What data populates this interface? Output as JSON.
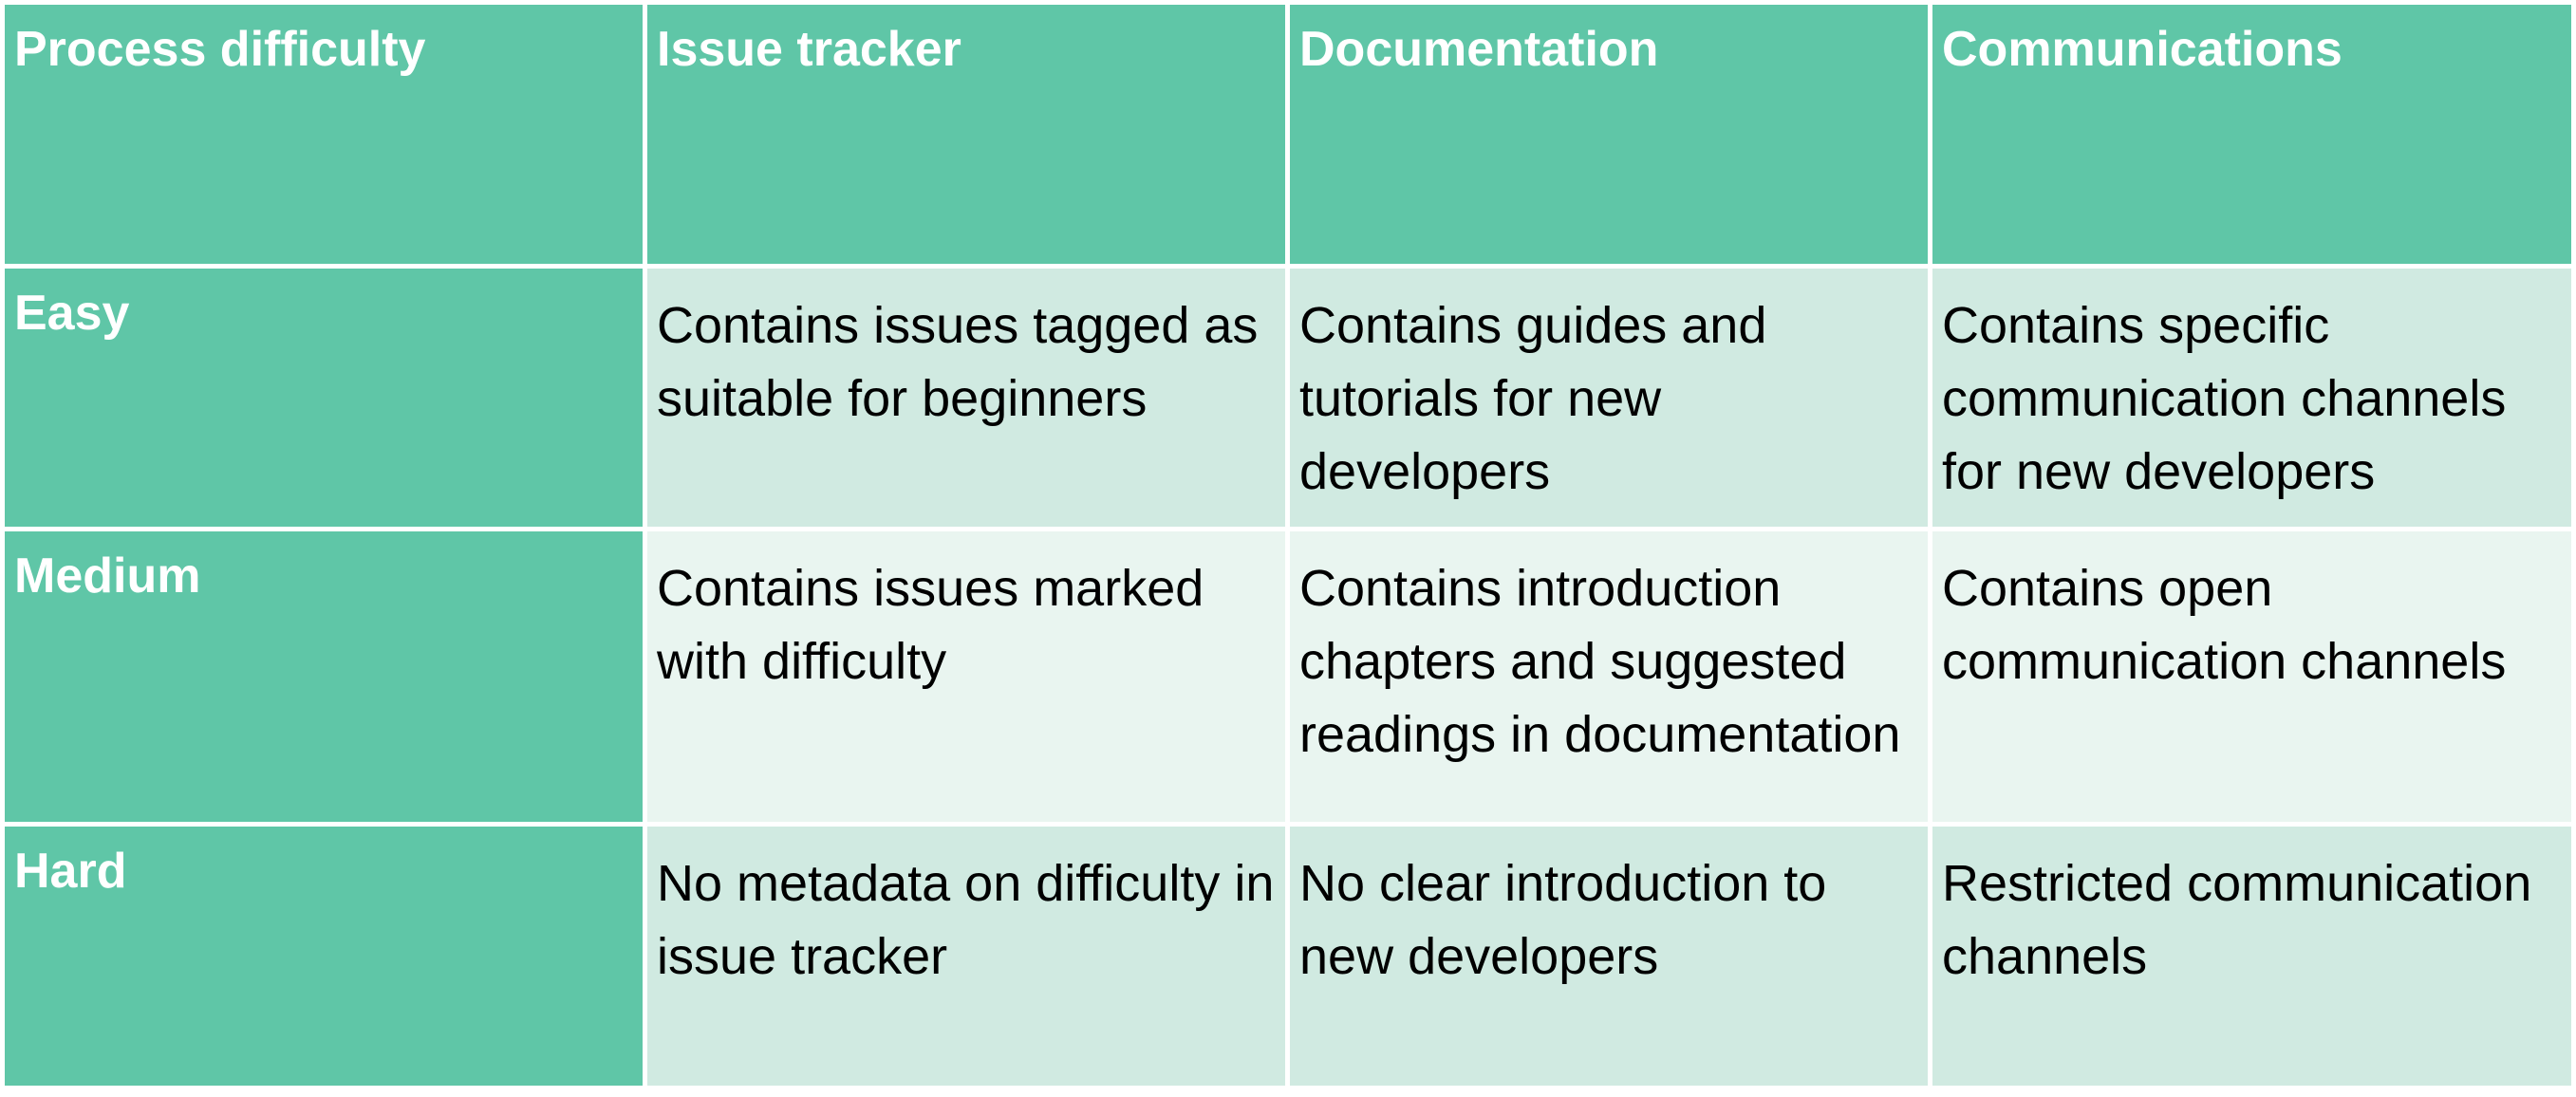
{
  "table": {
    "headers": [
      "Process difficulty",
      "Issue tracker",
      "Documentation",
      "Communications"
    ],
    "rows": [
      {
        "level": "Easy",
        "cells": [
          "Contains issues tagged as suitable for beginners",
          "Contains guides and tutorials for new developers",
          "Contains specific communication channels for new developers"
        ]
      },
      {
        "level": "Medium",
        "cells": [
          "Contains issues marked with difficulty",
          "Contains introduction chapters and suggested readings in documentation",
          "Contains open communication channels"
        ]
      },
      {
        "level": "Hard",
        "cells": [
          "No metadata on difficulty in issue tracker",
          "No clear introduction to new developers",
          "Restricted communication channels"
        ]
      }
    ]
  },
  "colors": {
    "header": "#5fc6a7",
    "band_light": "#d0eae1",
    "band_lighter": "#e9f5f0",
    "header_text": "#ffffff"
  }
}
